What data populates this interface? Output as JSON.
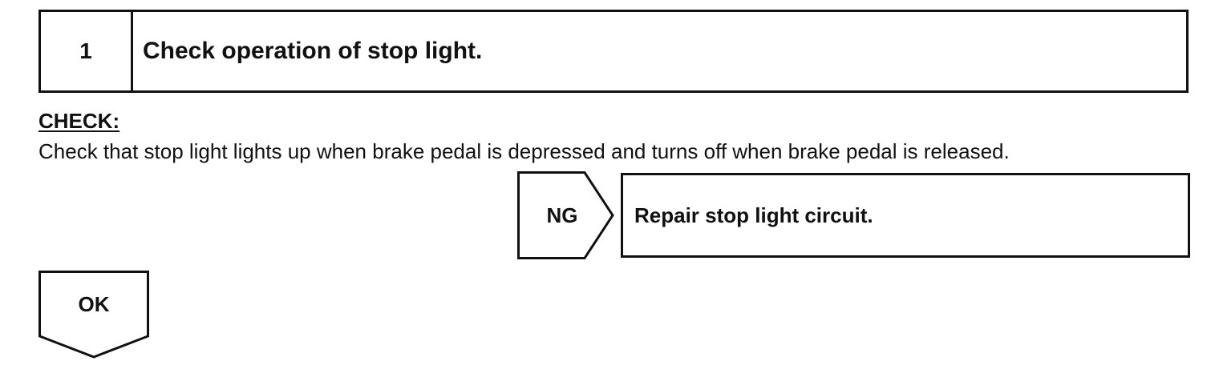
{
  "step": {
    "number": "1",
    "title": "Check operation of stop light."
  },
  "check": {
    "label": "CHECK:",
    "text": "Check that stop light lights up when brake pedal is depressed and turns off when brake pedal is released."
  },
  "ng": {
    "label": "NG",
    "action": "Repair stop light circuit."
  },
  "ok": {
    "label": "OK"
  }
}
